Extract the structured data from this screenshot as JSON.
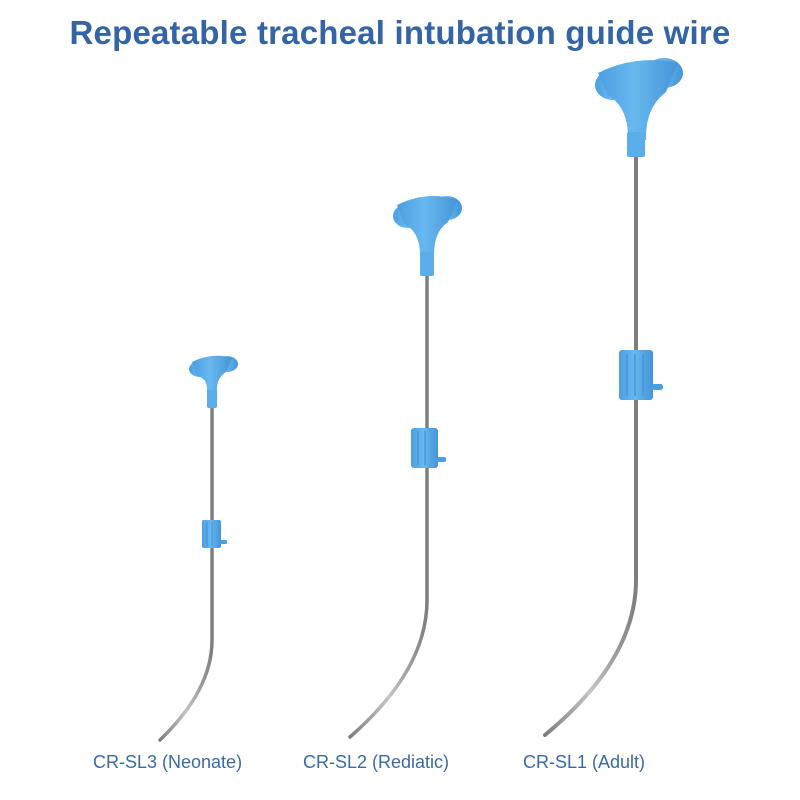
{
  "title": "Repeatable tracheal intubation guide wire",
  "colors": {
    "title": "#3365a6",
    "label": "#3a6aa6",
    "handle": "#5aaeea",
    "handle_shadow": "#3f93d6",
    "wire": "#9a9a9a"
  },
  "products": [
    {
      "label": "CR-SL3 (Neonate)"
    },
    {
      "label": "CR-SL2 (Rediatic)"
    },
    {
      "label": "CR-SL1 (Adult)"
    }
  ]
}
